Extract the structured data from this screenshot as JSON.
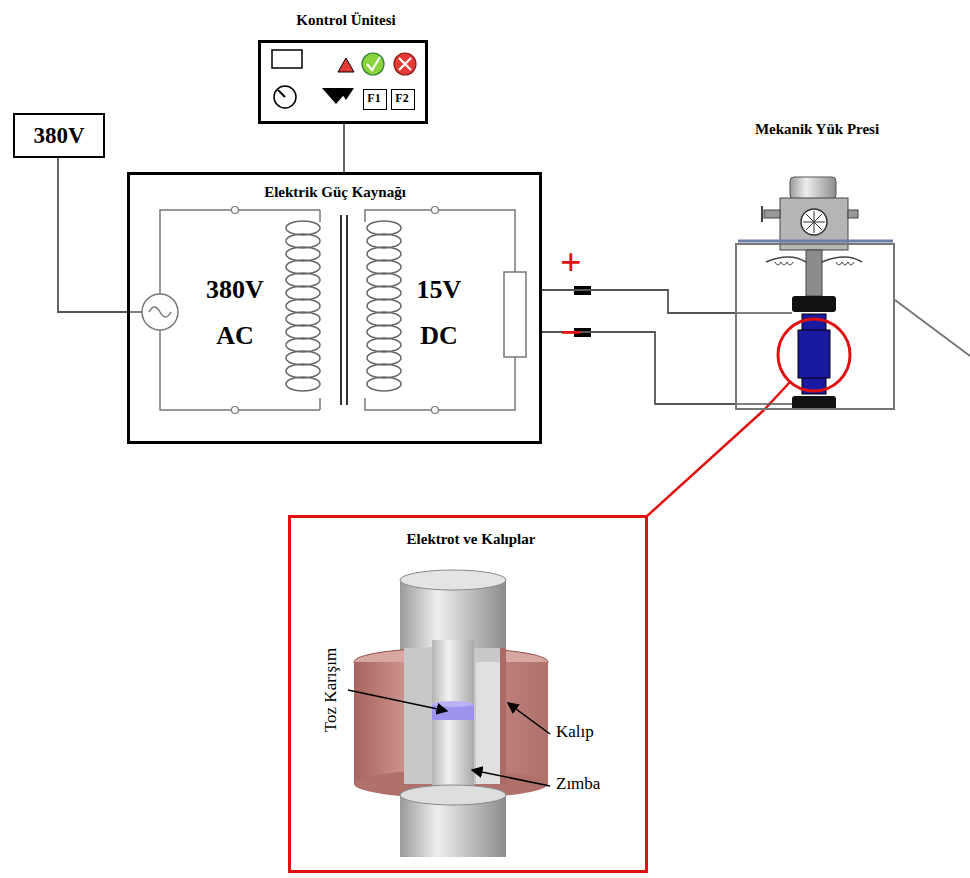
{
  "diagram": {
    "nodes": [
      {
        "text": [
          "380V"
        ]
      },
      {
        "text": [
          "Kontrol Ünitesi"
        ]
      },
      {
        "text": [
          "F1"
        ],
        "in": 1
      },
      {
        "text": [
          "F2"
        ],
        "in": 1
      },
      {
        "text": [
          "Elektrik Güç Kaynağı",
          "380V AC",
          "15V DC"
        ]
      },
      {
        "text": [
          "Mekanik Yük Presi"
        ]
      },
      {
        "text": [
          "Elektrot ve Kalıplar"
        ]
      }
    ],
    "edges": [
      {
        "from": 0,
        "to": 4,
        "arrow": "none"
      },
      {
        "from": 1,
        "to": 4,
        "arrow": "none"
      },
      {
        "from": 4,
        "to": 5,
        "arrow": "none"
      },
      {
        "from": 4,
        "to": 5,
        "arrow": "none"
      },
      {
        "from": 5,
        "to": 6,
        "arrow": "none"
      }
    ],
    "labels": [
      "+",
      "−",
      "Toz Karışım",
      "Kalıp",
      "Zımba"
    ]
  }
}
